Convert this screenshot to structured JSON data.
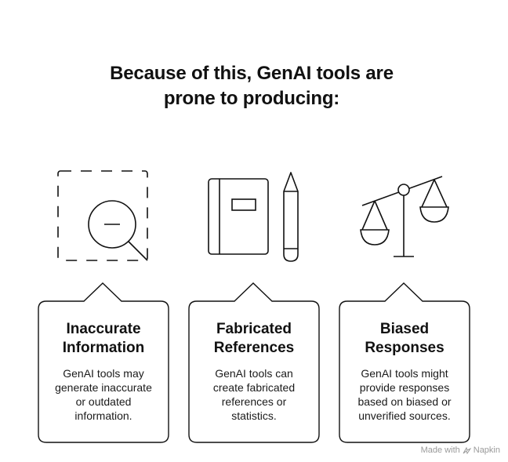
{
  "title": {
    "line1": "Because of this, GenAI tools are",
    "line2": "prone to producing:"
  },
  "items": [
    {
      "icon": "magnifier-minus-icon",
      "title_line1": "Inaccurate",
      "title_line2": "Information",
      "desc": [
        "GenAI tools may",
        "generate inaccurate",
        "or outdated",
        "information."
      ]
    },
    {
      "icon": "notebook-pencil-icon",
      "title_line1": "Fabricated",
      "title_line2": "References",
      "desc": [
        "GenAI tools can",
        "create fabricated",
        "references or",
        "statistics."
      ]
    },
    {
      "icon": "balance-scale-icon",
      "title_line1": "Biased",
      "title_line2": "Responses",
      "desc": [
        "GenAI tools might",
        "provide responses",
        "based on biased or",
        "unverified sources."
      ]
    }
  ],
  "footer": {
    "made_with": "Made with",
    "brand": "Napkin"
  }
}
